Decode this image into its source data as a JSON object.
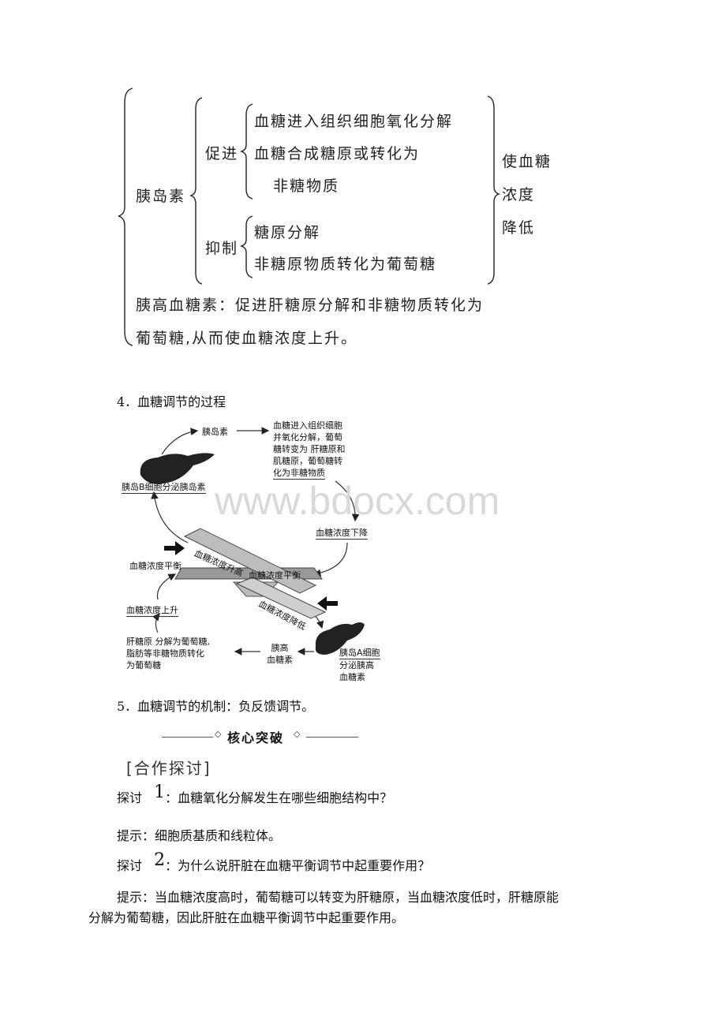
{
  "summary": {
    "insulin": "胰岛素",
    "promote": "促进",
    "promote_items": [
      "血糖进入组织细胞氧化分解",
      "血糖合成糖原或转化为",
      "非糖物质"
    ],
    "inhibit": "抑制",
    "inhibit_items": [
      "糖原分解",
      "非糖原物质转化为葡萄糖"
    ],
    "effect": [
      "使血糖",
      "浓度",
      "降低"
    ],
    "glucagon_line1": "胰高血糖素：促进肝糖原分解和非糖物质转化为",
    "glucagon_line2": "葡萄糖,从而使血糖浓度上升。"
  },
  "section4": {
    "heading": "4．血糖调节的过程"
  },
  "diagram": {
    "insulin_label": "胰岛素",
    "effect_lines": [
      "血糖进入组织细胞",
      "并氧化分解，葡萄",
      "糖转变为 肝糖原和",
      "肌糖原，葡萄糖转",
      "化为非糖物质"
    ],
    "beta_cell": "胰岛B细胞分泌胰岛素",
    "decrease": "血糖浓度下降",
    "balance_left": "血糖浓度平衡",
    "balance_center": "血糖浓度平衡",
    "rise_bar": "血糖浓度升高",
    "fall_bar": "血糖浓度降低",
    "increase": "血糖浓度上升",
    "liver_lines": [
      "肝糖原 分解为葡萄糖,",
      "脂肪等非糖物质转化",
      "为葡萄糖"
    ],
    "glucagon_lines": [
      "胰高",
      "血糖素"
    ],
    "alpha_lines": [
      "胰岛A细胞",
      "分泌胰高",
      "血糖素"
    ]
  },
  "watermark": "www.bdocx.com",
  "section5": "5．血糖调节的机制：负反馈调节。",
  "core_banner": "核心突破",
  "cooperate": "[合作探讨]",
  "q1": {
    "prefix": "探讨",
    "num": "1",
    "text": "：血糖氧化分解发生在哪些细胞结构中？"
  },
  "a1": "提示：细胞质基质和线粒体。",
  "q2": {
    "prefix": "探讨",
    "num": "2",
    "text": "：为什么说肝脏在血糖平衡调节中起重要作用？"
  },
  "a2_line1": "提示：当血糖浓度高时，葡萄糖可以转变为肝糖原，当血糖浓度低时，肝糖原能",
  "a2_line2": "分解为葡萄糖，因此肝脏在血糖平衡调节中起重要作用。"
}
